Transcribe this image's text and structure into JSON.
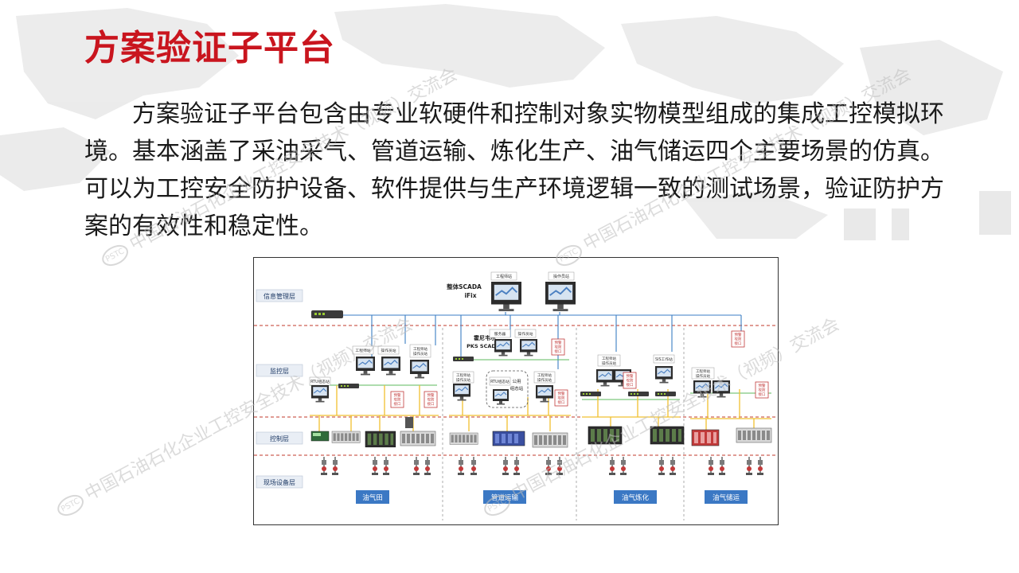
{
  "title": "方案验证子平台",
  "paragraph": "方案验证子平台包含由专业软硬件和控制对象实物模型组成的集成工控模拟环境。基本涵盖了采油采气、管道运输、炼化生产、油气储运四个主要场景的仿真。可以为工控安全防护设备、软件提供与生产环境逻辑一致的测试场景，验证防护方案的有效性和稳定性。",
  "watermark": {
    "logo": "PSTC",
    "text": "中国石油石化企业工控安全技术（视频）交流会"
  },
  "diagram": {
    "layers": [
      "信息管理层",
      "监控层",
      "控制层",
      "现场设备层"
    ],
    "sections": [
      "油气田",
      "管道运输",
      "油气炼化",
      "油气储运"
    ],
    "top_scada": {
      "line1": "整体SCADA",
      "line2": "iFix"
    },
    "honeywell": {
      "line1": "霍尼韦尔",
      "line2": "PKS SCADA"
    },
    "public_station": {
      "line1": "公用",
      "line2": "组态站"
    },
    "labels": {
      "engineer": "工程师站",
      "operator": "操作员站",
      "eng_op": "工程师站\n操作员站",
      "server": "服务器",
      "rtu": "RTU组态站",
      "sis": "SIS工作站",
      "alarm": "预警\n攻防\n接口"
    }
  }
}
